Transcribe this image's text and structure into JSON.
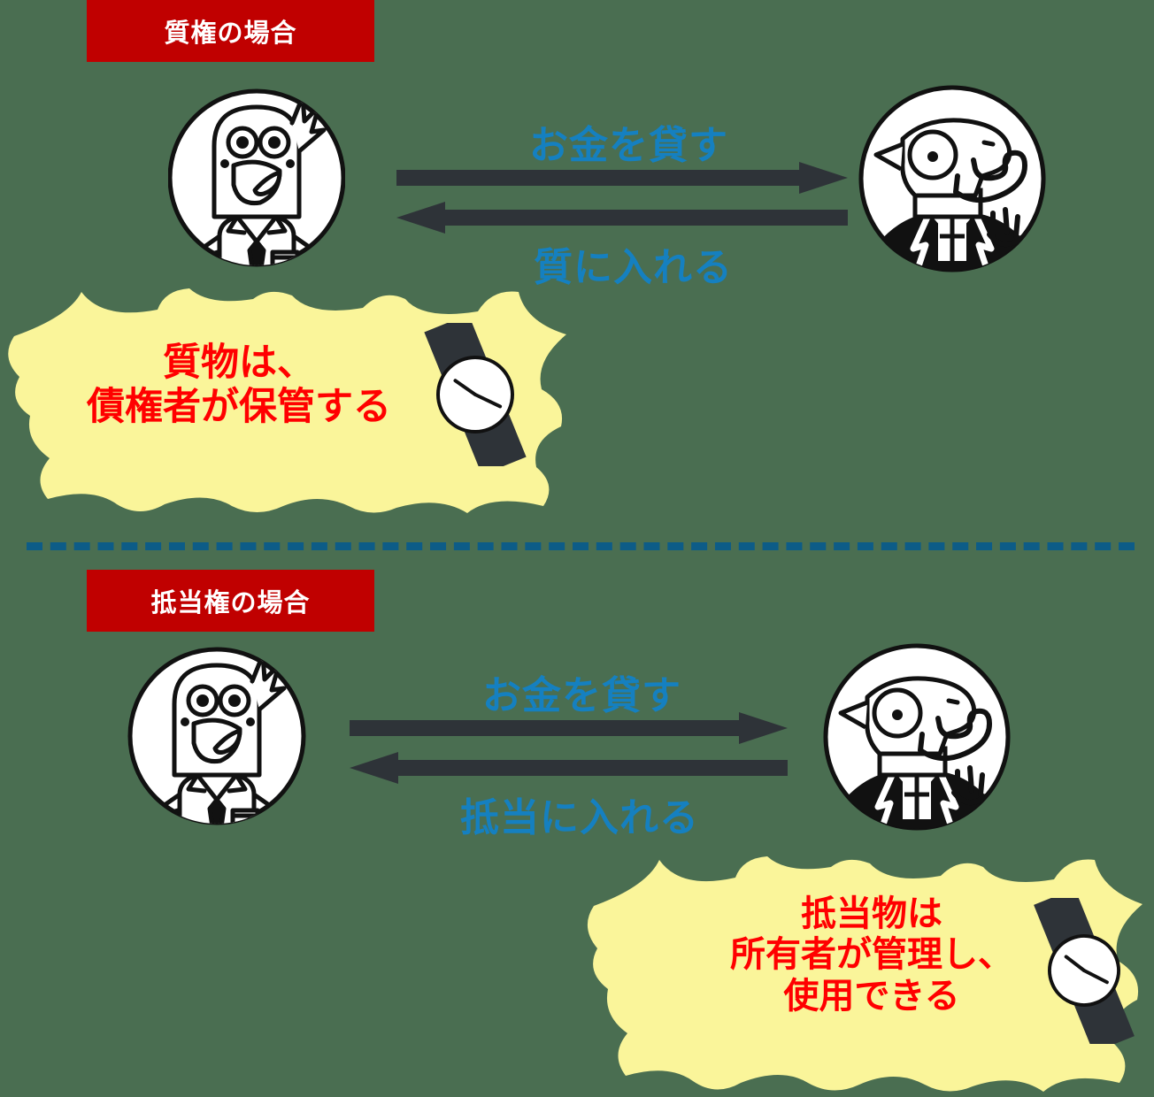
{
  "colors": {
    "banner_bg": "#c00000",
    "banner_text": "#ffffff",
    "arrow_fill": "#2e3338",
    "arrow_label": "#1580c0",
    "burst_fill": "#faf59a",
    "burst_text": "#ff0000",
    "divider": "#0d5c87",
    "background": "#4a6e51"
  },
  "sections": [
    {
      "id": "pledge",
      "banner_label": "質権の場合",
      "left_character": "bird-businessman-avatar",
      "right_character": "chameleon-creditor-avatar",
      "arrows": [
        {
          "direction": "right",
          "label": "お金を貸す"
        },
        {
          "direction": "left",
          "label": "質に入れる"
        }
      ],
      "callout": {
        "lines": [
          "質物は、",
          "債権者が保管する"
        ],
        "icon": "wristwatch-icon"
      }
    },
    {
      "id": "mortgage",
      "banner_label": "抵当権の場合",
      "left_character": "bird-businessman-avatar",
      "right_character": "chameleon-creditor-avatar",
      "arrows": [
        {
          "direction": "right",
          "label": "お金を貸す"
        },
        {
          "direction": "left",
          "label": "抵当に入れる"
        }
      ],
      "callout": {
        "lines": [
          "抵当物は",
          "所有者が管理し、",
          "使用できる"
        ],
        "icon": "wristwatch-icon"
      }
    }
  ],
  "divider": {
    "style": "dashed"
  },
  "callout_text": {
    "top": "質物は、\n債権者が保管する",
    "bottom": "抵当物は\n所有者が管理し、\n使用できる"
  }
}
